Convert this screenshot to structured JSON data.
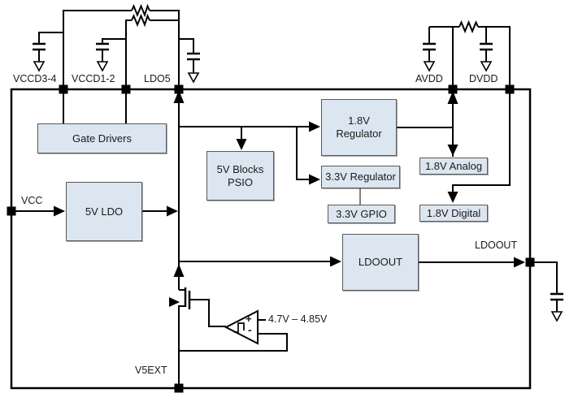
{
  "colors": {
    "background": "#ffffff",
    "block_fill": "#dce6f1",
    "block_border": "#595959",
    "wire": "#000000"
  },
  "nets": {
    "vccd34": "VCCD3-4",
    "vccd12": "VCCD1-2",
    "ldo5": "LDO5",
    "avdd": "AVDD",
    "dvdd": "DVDD",
    "vcc": "VCC",
    "v5ext": "V5EXT",
    "ldoout": "LDOOUT"
  },
  "blocks": {
    "gate_drivers": "Gate Drivers",
    "ldo_5v": "5V LDO",
    "psio": {
      "line1": "5V Blocks",
      "line2": "PSIO"
    },
    "regulator_1v8": {
      "line1": "1.8V",
      "line2": "Regulator"
    },
    "regulator_3v3": "3.3V Regulator",
    "gpio_3v3": "3.3V GPIO",
    "analog_1v8": "1.8V Analog",
    "digital_1v8": "1.8V Digital",
    "ldoout": "LDOOUT"
  },
  "comparator": {
    "plus": "+",
    "minus": "-",
    "threshold": "4.7V – 4.85V"
  }
}
